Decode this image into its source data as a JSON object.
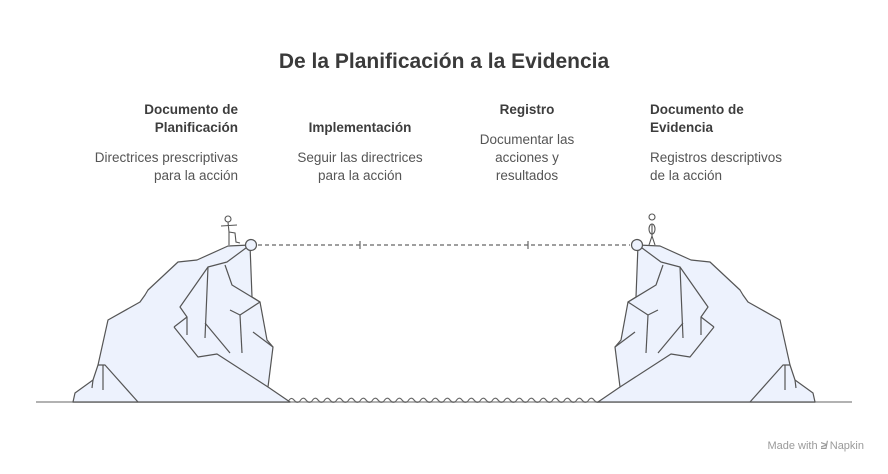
{
  "title": "De la Planificación a la Evidencia",
  "stages": [
    {
      "title_lines": [
        "Documento de",
        "Planificación"
      ],
      "desc_lines": [
        "Directrices prescriptivas",
        "para la acción"
      ]
    },
    {
      "title_lines": [
        "Implementación"
      ],
      "desc_lines": [
        "Seguir las directrices",
        "para la acción"
      ]
    },
    {
      "title_lines": [
        "Registro"
      ],
      "desc_lines": [
        "Documentar las",
        "acciones y",
        "resultados"
      ]
    },
    {
      "title_lines": [
        "Documento de",
        "Evidencia"
      ],
      "desc_lines": [
        "Registros descriptivos",
        "de la acción"
      ]
    }
  ],
  "watermark": {
    "prefix": "Made with",
    "brand": "Napkin",
    "icon": "napkin-logo-icon"
  },
  "colors": {
    "cliff_fill": "#edf2fd",
    "stroke": "#555555",
    "ground": "#999999"
  }
}
